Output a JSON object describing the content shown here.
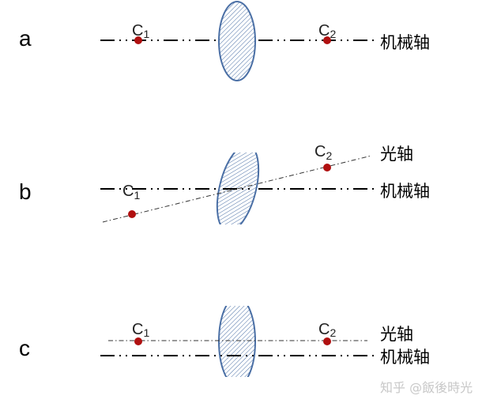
{
  "panels": [
    {
      "label": "a",
      "c1": "C",
      "c1_sub": "1",
      "c2": "C",
      "c2_sub": "2",
      "mechanical_axis": "机械轴"
    },
    {
      "label": "b",
      "c1": "C",
      "c1_sub": "1",
      "c2": "C",
      "c2_sub": "2",
      "optical_axis": "光轴",
      "mechanical_axis": "机械轴"
    },
    {
      "label": "c",
      "c1": "C",
      "c1_sub": "1",
      "c2": "C",
      "c2_sub": "2",
      "optical_axis": "光轴",
      "mechanical_axis": "机械轴"
    }
  ],
  "watermark": "知乎 @飯後時光",
  "colors": {
    "lens_outline": "#4a6fa5",
    "point": "#b01010"
  }
}
